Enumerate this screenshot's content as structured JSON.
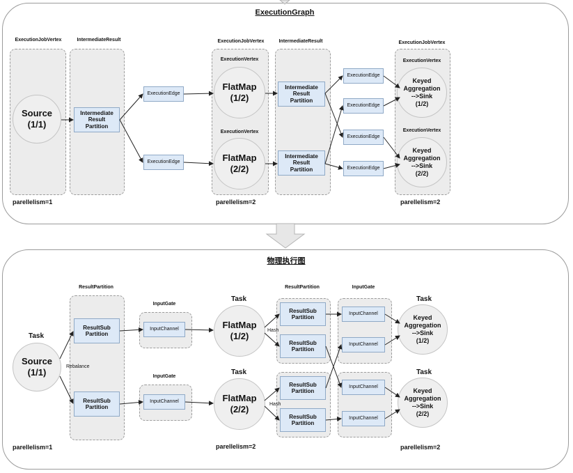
{
  "top": {
    "title": "ExecutionGraph",
    "labels": {
      "job_vertex_1": "ExecutionJobVertex",
      "intermediate_result_1": "IntermediateResult",
      "job_vertex_2": "ExecutionJobVertex",
      "intermediate_result_2": "IntermediateResult",
      "job_vertex_3": "ExecutionJobVertex",
      "exec_vertex_flatmap_1": "ExecutionVertex",
      "exec_vertex_flatmap_2": "ExecutionVertex",
      "exec_vertex_agg_1": "ExecutionVertex",
      "exec_vertex_agg_2": "ExecutionVertex"
    },
    "nodes": {
      "source": "Source\n(1/1)",
      "flatmap_1": "FlatMap\n(1/2)",
      "flatmap_2": "FlatMap\n(2/2)",
      "agg_1": "Keyed\nAggregation\n-->Sink\n(1/2)",
      "agg_2": "Keyed\nAggregation\n-->Sink\n(2/2)"
    },
    "boxes": {
      "irp_source": "Intermediate\nResult\nPartition",
      "irp_flatmap_1": "Intermediate\nResult\nPartition",
      "irp_flatmap_2": "Intermediate\nResult\nPartition",
      "edge_1": "ExecutionEdge",
      "edge_2": "ExecutionEdge",
      "edge_3": "ExecutionEdge",
      "edge_4": "ExecutionEdge",
      "edge_5": "ExecutionEdge",
      "edge_6": "ExecutionEdge"
    },
    "parallelism": {
      "source": "parellelism=1",
      "flatmap": "parellelism=2",
      "agg": "parellelism=2"
    }
  },
  "bottom": {
    "title": "物理执行图",
    "labels": {
      "task_source": "Task",
      "task_flatmap_1": "Task",
      "task_flatmap_2": "Task",
      "task_agg_1": "Task",
      "task_agg_2": "Task",
      "result_partition_1": "ResultPartition",
      "result_partition_2": "ResultPartition",
      "input_gate_1": "InputGate",
      "input_gate_2": "InputGate",
      "input_gate_3": "InputGate",
      "rebalance": "Rebalance",
      "hash_1": "Hash",
      "hash_2": "Hash"
    },
    "nodes": {
      "source": "Source\n(1/1)",
      "flatmap_1": "FlatMap\n(1/2)",
      "flatmap_2": "FlatMap\n(2/2)",
      "agg_1": "Keyed\nAggregation\n-->Sink\n(1/2)",
      "agg_2": "Keyed\nAggregation\n-->Sink\n(2/2)"
    },
    "boxes": {
      "rsp_source_1": "ResultSub\nPartition",
      "rsp_source_2": "ResultSub\nPartition",
      "ic_flatmap_1": "InputChannel",
      "ic_flatmap_2": "InputChannel",
      "rsp_fm1_a": "ResultSub\nPartition",
      "rsp_fm1_b": "ResultSub\nPartition",
      "rsp_fm2_a": "ResultSub\nPartition",
      "rsp_fm2_b": "ResultSub\nPartition",
      "ic_agg1_a": "InputChannel",
      "ic_agg1_b": "InputChannel",
      "ic_agg2_a": "InputChannel",
      "ic_agg2_b": "InputChannel"
    },
    "parallelism": {
      "source": "parellelism=1",
      "flatmap": "parellelism=2",
      "agg": "parellelism=2"
    }
  }
}
